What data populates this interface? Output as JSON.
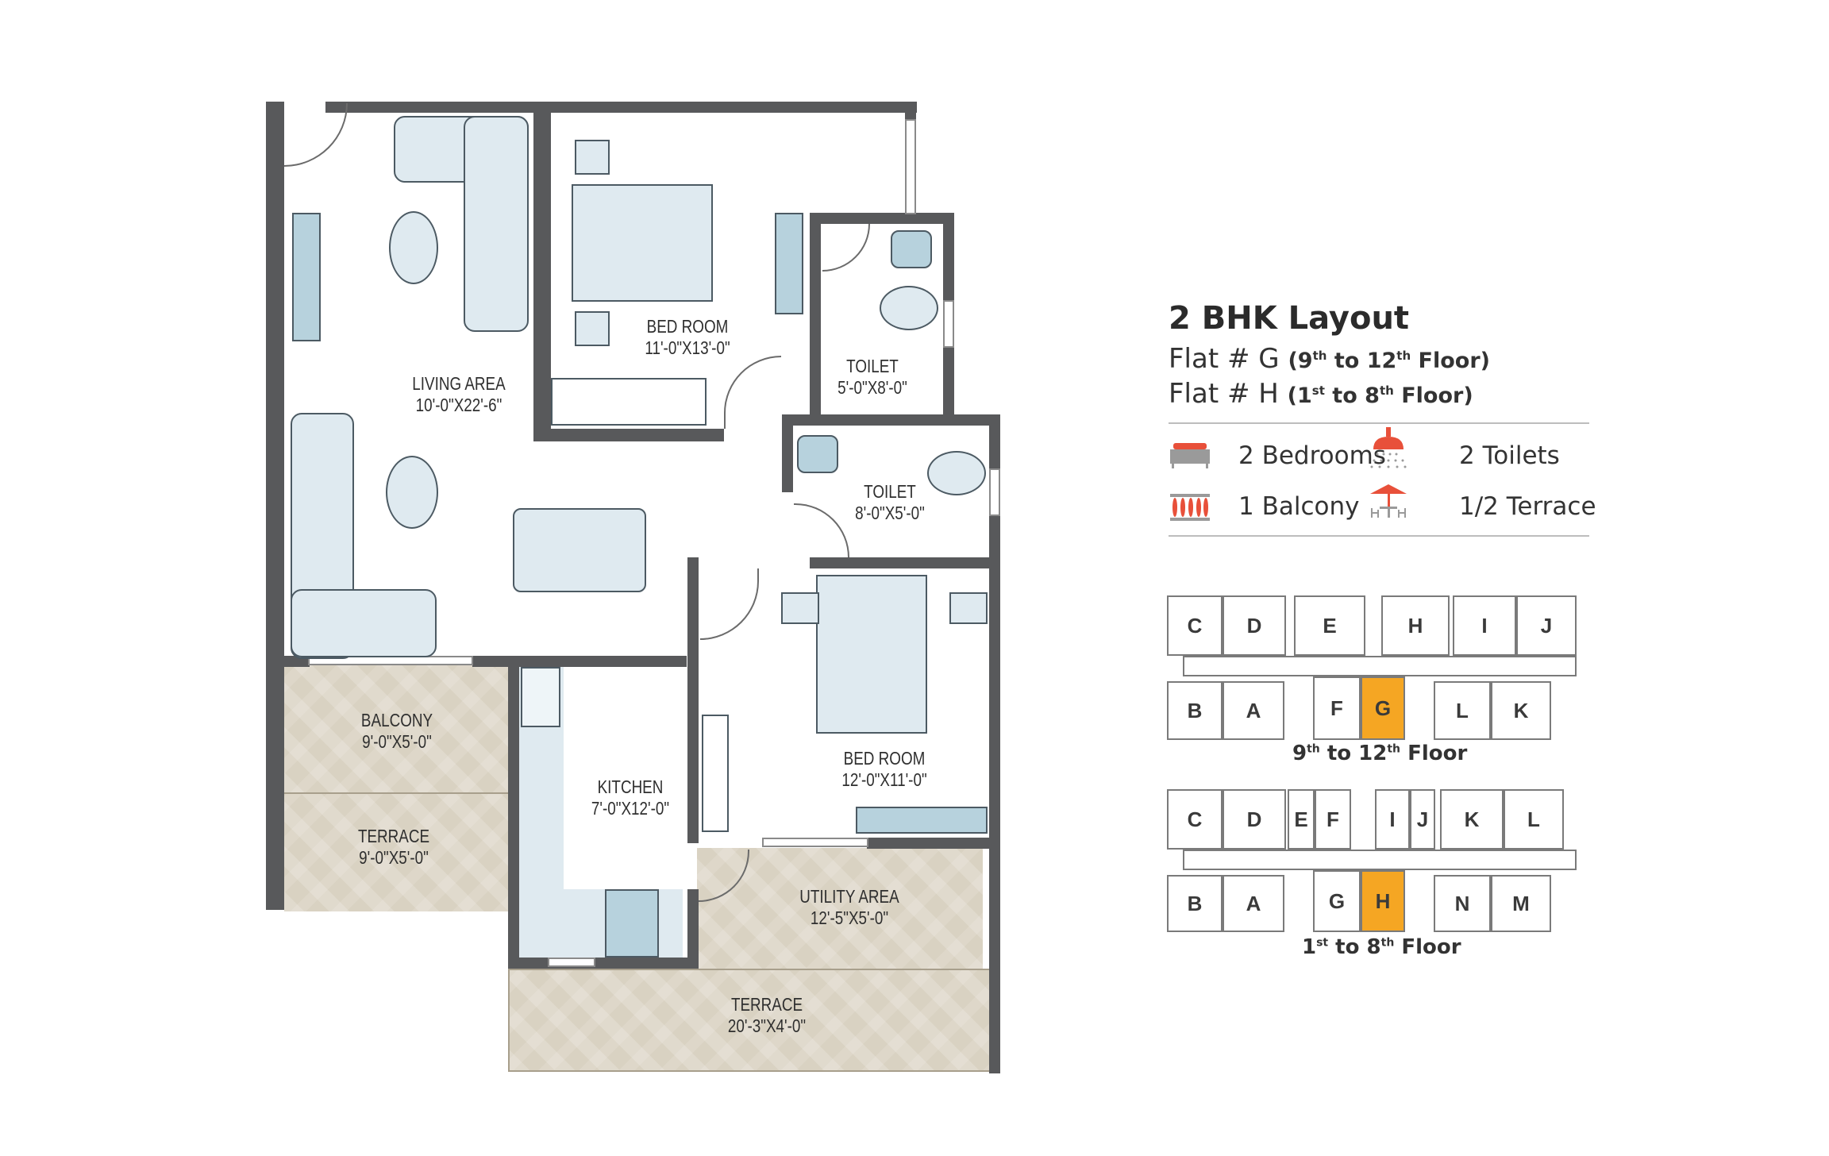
{
  "legend": {
    "title": "2 BHK Layout",
    "flats": [
      {
        "prefix": "Flat # G",
        "range_start": "9",
        "range_start_sup": "th",
        "range_mid": " to 12",
        "range_end_sup": "th",
        "range_end": " Floor)"
      },
      {
        "prefix": "Flat # H",
        "range_start": "1",
        "range_start_sup": "st",
        "range_mid": " to 8",
        "range_end_sup": "th",
        "range_end": " Floor)"
      }
    ],
    "features": [
      {
        "icon": "bed-icon",
        "label": "2 Bedrooms"
      },
      {
        "icon": "shower-icon",
        "label": "2 Toilets"
      },
      {
        "icon": "balcony-railing-icon",
        "label": "1 Balcony"
      },
      {
        "icon": "terrace-umbrella-icon",
        "label": "1/2 Terrace"
      }
    ],
    "accent_color": "#e8503a",
    "icon_gray": "#9a9a9a"
  },
  "plan": {
    "wall_color": "#58595b",
    "furniture_color": "#dfeaf0",
    "tile_color": "#d9d2c2",
    "rooms": [
      {
        "name": "LIVING AREA",
        "size": "10'-0\"X22'-6\""
      },
      {
        "name": "BED ROOM",
        "size": "11'-0\"X13'-0\""
      },
      {
        "name": "TOILET",
        "size": "5'-0\"X8'-0\""
      },
      {
        "name": "TOILET",
        "size": "8'-0\"X5'-0\""
      },
      {
        "name": "BED ROOM",
        "size": "12'-0\"X11'-0\""
      },
      {
        "name": "KITCHEN",
        "size": "7'-0\"X12'-0\""
      },
      {
        "name": "BALCONY",
        "size": "9'-0\"X5'-0\""
      },
      {
        "name": "TERRACE",
        "size": "9'-0\"X5'-0\""
      },
      {
        "name": "UTILITY AREA",
        "size": "12'-5\"X5'-0\""
      },
      {
        "name": "TERRACE",
        "size": "20'-3\"X4'-0\""
      }
    ]
  },
  "key_plans": [
    {
      "caption_start": "9",
      "caption_start_sup": "th",
      "caption_mid": " to 12",
      "caption_end_sup": "th",
      "caption_end": " Floor",
      "top_row": [
        "C",
        "D",
        "E",
        "H",
        "I",
        "J"
      ],
      "bottom_row": [
        "B",
        "A",
        "F",
        "G",
        "L",
        "K"
      ],
      "highlighted": "G",
      "highlight_color": "#f5a623"
    },
    {
      "caption_start": "1",
      "caption_start_sup": "st",
      "caption_mid": " to 8",
      "caption_end_sup": "th",
      "caption_end": " Floor",
      "top_row": [
        "C",
        "D",
        "E",
        "F",
        "I",
        "J",
        "K",
        "L"
      ],
      "bottom_row": [
        "B",
        "A",
        "G",
        "H",
        "N",
        "M"
      ],
      "highlighted": "H",
      "highlight_color": "#f5a623"
    }
  ]
}
